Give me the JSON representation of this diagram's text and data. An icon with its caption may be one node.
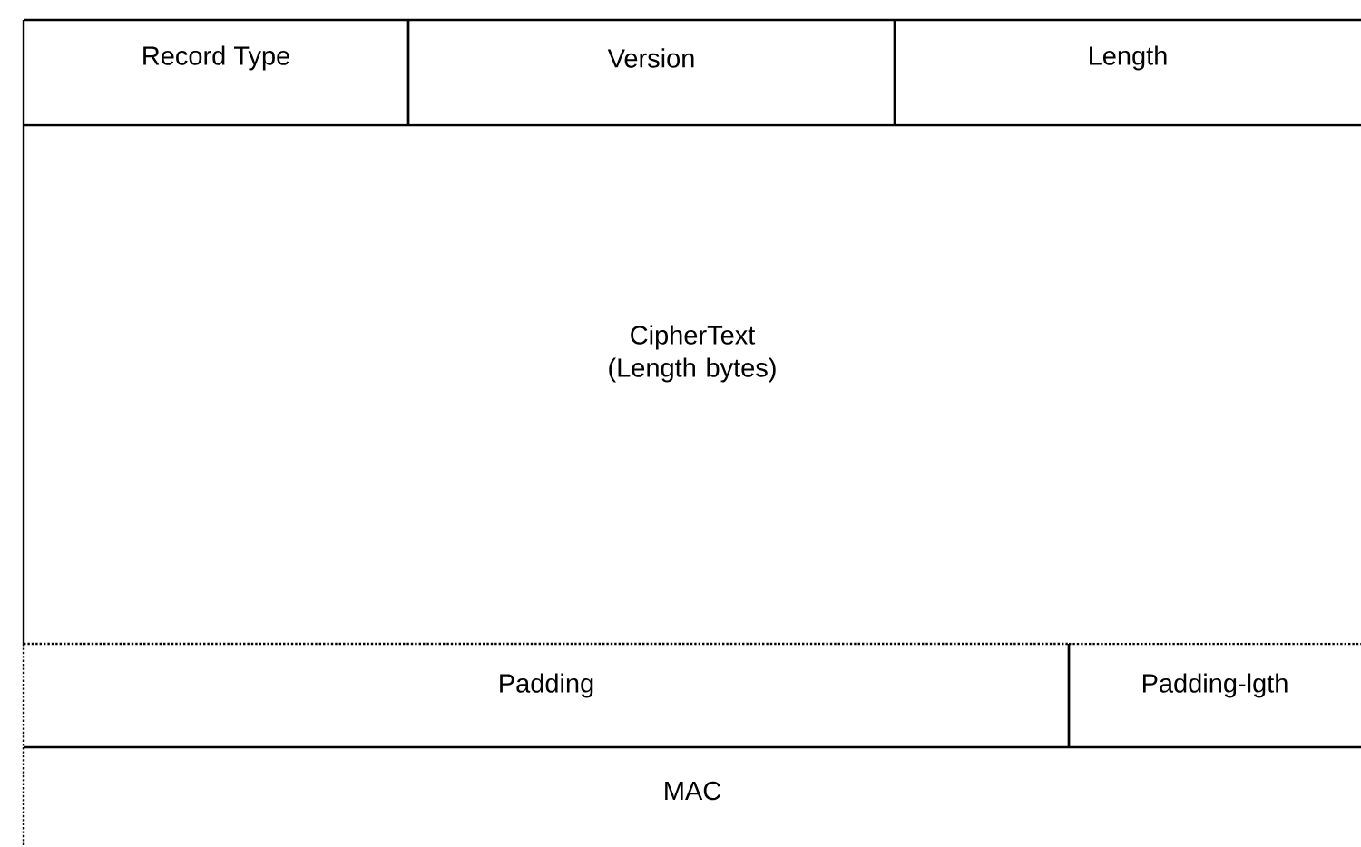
{
  "diagram": {
    "nodes": [
      {
        "text": [
          "Record Type"
        ]
      },
      {
        "text": [
          "Version"
        ]
      },
      {
        "text": [
          "Length"
        ]
      },
      {
        "text": [
          "CipherText (Length bytes)"
        ]
      },
      {
        "text": [
          "Padding"
        ]
      },
      {
        "text": [
          "Padding-lgth"
        ]
      },
      {
        "text": [
          "MAC"
        ]
      }
    ]
  }
}
